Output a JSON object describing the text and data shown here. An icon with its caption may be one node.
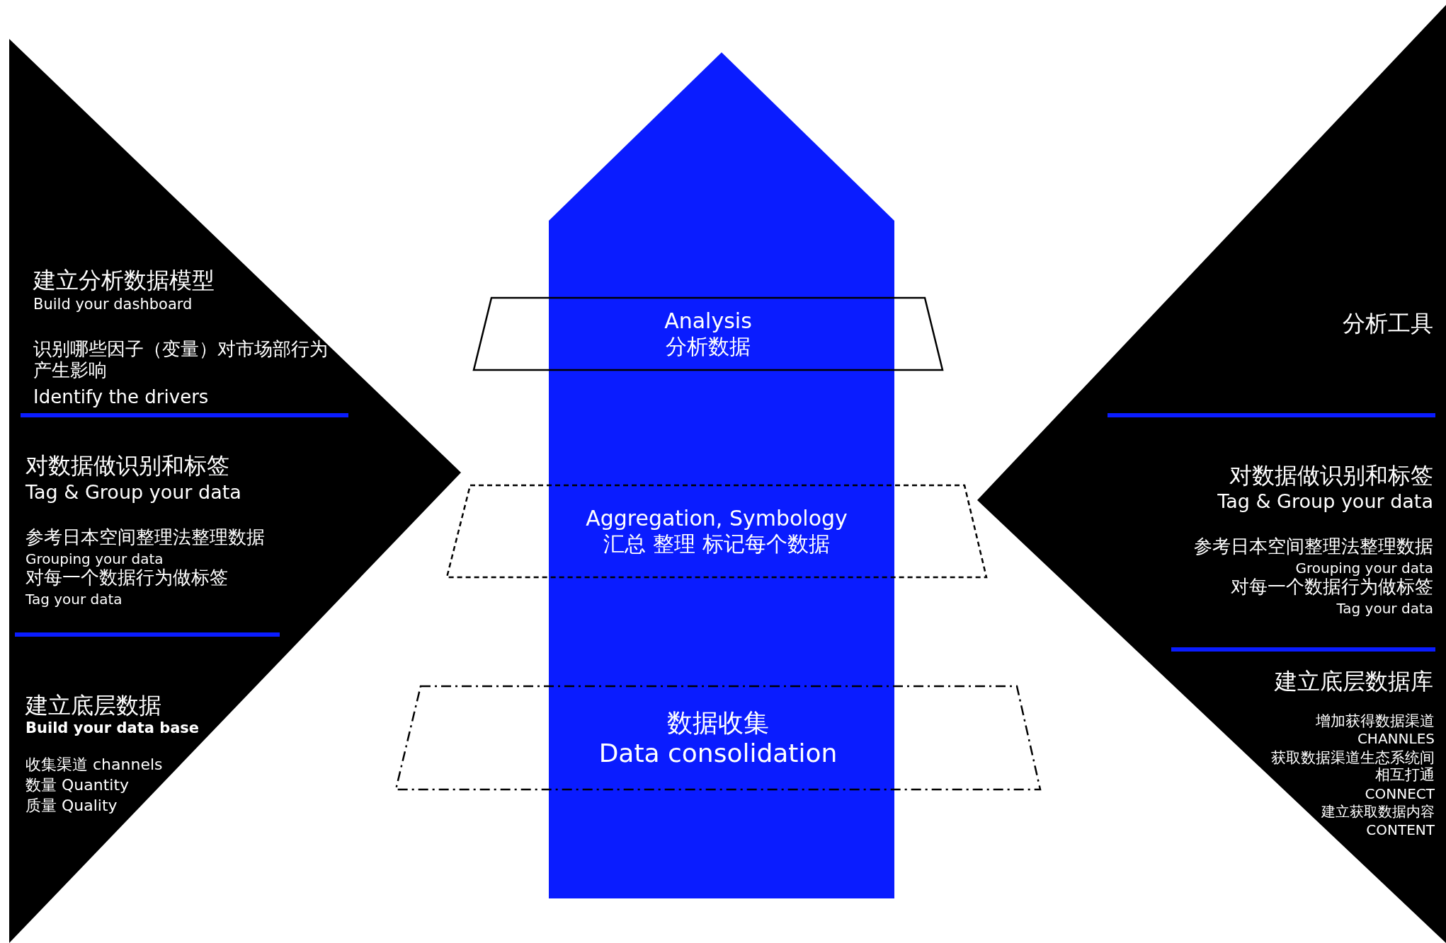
{
  "diagram": {
    "nodes": [
      {
        "text": [
          "建立分析数据模型",
          "Build your dashboard",
          "识别哪些因子（变量）对市场部行为产生影响",
          "Identify the drivers",
          "对数据做识别和标签",
          "Tag & Group your data",
          "参考日本空间整理法整理数据",
          "Grouping your data",
          "对每一个数据行为做标签",
          "Tag your data",
          "建立底层数据",
          "Build your data base",
          "收集渠道 channels",
          "数量 Quantity",
          "质量 Quality"
        ]
      },
      {
        "text": [],
        "shape": "arrow"
      },
      {
        "text": [
          "Analysis",
          "分析数据"
        ]
      },
      {
        "text": [
          "Aggregation, Symbology",
          "汇总 整理 标记每个数据"
        ]
      },
      {
        "text": [
          "数据收集",
          "Data consolidation"
        ]
      },
      {
        "text": [
          "分析工具",
          "对数据做识别和标签",
          "Tag & Group your data",
          "参考日本空间整理法整理数据",
          "Grouping your data",
          "对每一个数据行为做标签",
          "Tag your data",
          "建立底层数据库",
          "增加获得数据渠道",
          "CHANNLES",
          "获取数据渠道生态系统间相互打通",
          "CONNECT",
          "建立获取数据内容",
          "CONTENT"
        ]
      }
    ]
  }
}
